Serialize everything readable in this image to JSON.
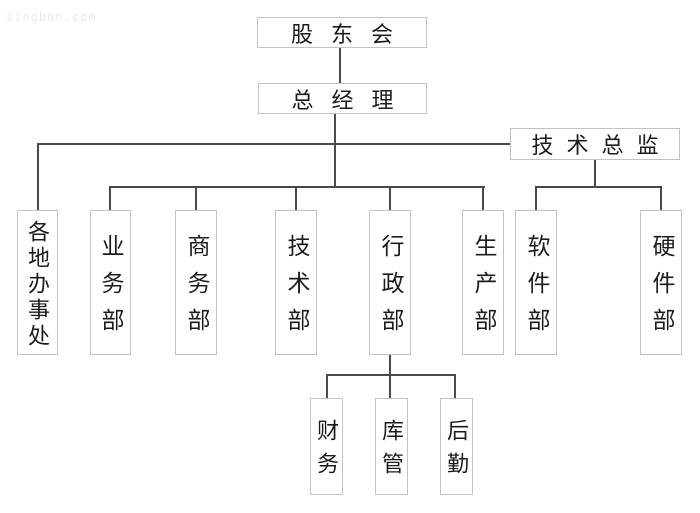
{
  "watermark": "singbon.com",
  "org_chart": {
    "nodes": {
      "shareholders": "股东会",
      "general_manager": "总经理",
      "tech_director": "技术总监",
      "regional_offices": "各地办事处",
      "business_dept": "业务部",
      "commerce_dept": "商务部",
      "technology_dept": "技术部",
      "administration_dept": "行政部",
      "production_dept": "生产部",
      "software_dept": "软件部",
      "hardware_dept": "硬件部",
      "finance": "财务",
      "warehouse": "库管",
      "logistics": "后勤"
    },
    "structure": [
      {
        "parent": "股东会",
        "children": [
          "总经理"
        ]
      },
      {
        "parent": "总经理",
        "children": [
          "各地办事处",
          "业务部",
          "商务部",
          "技术部",
          "行政部",
          "生产部",
          "技术总监"
        ]
      },
      {
        "parent": "技术总监",
        "children": [
          "软件部",
          "硬件部"
        ]
      },
      {
        "parent": "行政部",
        "children": [
          "财务",
          "库管",
          "后勤"
        ]
      }
    ],
    "colors": {
      "box_border": "#c2c2c2",
      "connector": "#4a4a4a",
      "text": "#1c1c1c",
      "watermark": "#e9e9e9"
    }
  }
}
